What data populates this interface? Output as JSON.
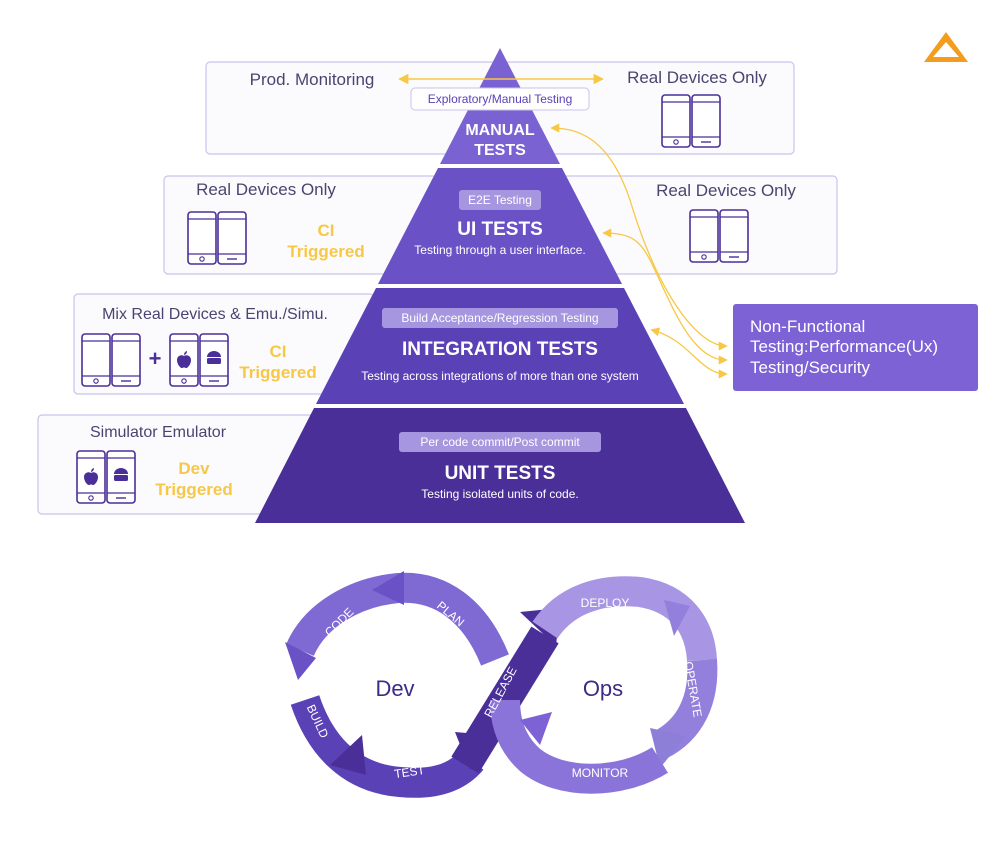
{
  "colors": {
    "level1": "#7a62d2",
    "level2": "#6a52c6",
    "level3": "#5b41b6",
    "level4": "#4a2f98",
    "pill": "#a696df",
    "outline": "#8d7ed8",
    "box_border": "#c9c3e9",
    "box_fill": "#fbfbfe",
    "accent_yellow": "#f7c845",
    "logo": "#f39c1d",
    "nf_fill": "#7d62d6",
    "dev_text": "#3e2a87"
  },
  "logo": {
    "name": "company-logo",
    "shape": "triangle-outline"
  },
  "pyramid": {
    "manual": {
      "pill": "Exploratory/Manual Testing",
      "title_line1": "MANUAL",
      "title_line2": "TESTS"
    },
    "ui": {
      "pill": "E2E Testing",
      "title": "UI TESTS",
      "desc": "Testing through a user interface."
    },
    "integration": {
      "pill": "Build Acceptance/Regression Testing",
      "title": "INTEGRATION TESTS",
      "desc": "Testing across integrations of more than one system"
    },
    "unit": {
      "pill": "Per code commit/Post commit",
      "title": "UNIT TESTS",
      "desc": "Testing isolated units of code."
    }
  },
  "side_boxes": {
    "top_left": "Prod. Monitoring",
    "top_right": "Real Devices Only",
    "ui_left": "Real Devices Only",
    "ui_right": "Real Devices Only",
    "ui_trigger_line1": "CI",
    "ui_trigger_line2": "Triggered",
    "integration_left": "Mix Real Devices & Emu./Simu.",
    "integration_plus": "+",
    "integration_trigger_line1": "CI",
    "integration_trigger_line2": "Triggered",
    "unit_left": "Simulator Emulator",
    "unit_trigger_line1": "Dev",
    "unit_trigger_line2": "Triggered"
  },
  "non_functional": {
    "line1": "Non-Functional",
    "line2": "Testing:Performance(Ux)",
    "line3": "Testing/Security"
  },
  "devops": {
    "dev": "Dev",
    "ops": "Ops",
    "stages": {
      "code": "CODE",
      "plan": "PLAN",
      "build": "BUILD",
      "test": "TEST",
      "release": "RELEASE",
      "deploy": "DEPLOY",
      "operate": "OPERATE",
      "monitor": "MONITOR"
    }
  }
}
